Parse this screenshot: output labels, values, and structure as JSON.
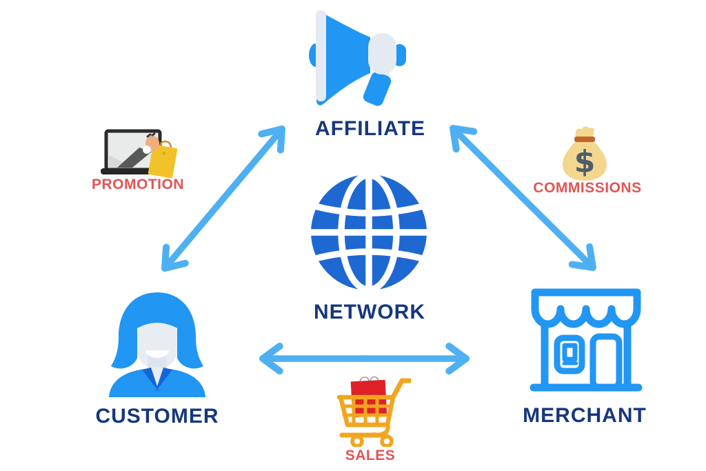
{
  "diagram": {
    "background": "#FFFFFF",
    "nodes": [
      {
        "id": "affiliate",
        "label": "AFFILIATE",
        "icon": "megaphone-icon",
        "position": "top-center"
      },
      {
        "id": "network",
        "label": "NETWORK",
        "icon": "globe-icon",
        "position": "center"
      },
      {
        "id": "customer",
        "label": "CUSTOMER",
        "icon": "woman-customer-icon",
        "position": "bottom-left"
      },
      {
        "id": "merchant",
        "label": "MERCHANT",
        "icon": "storefront-icon",
        "position": "bottom-right"
      }
    ],
    "flows": [
      {
        "id": "promotion",
        "label": "PROMOTION",
        "icon": "laptop-shopping-bag-icon",
        "connects": [
          "affiliate",
          "customer"
        ]
      },
      {
        "id": "commissions",
        "label": "COMMISSIONS",
        "icon": "money-bag-icon",
        "connects": [
          "merchant",
          "affiliate"
        ]
      },
      {
        "id": "sales",
        "label": "SALES",
        "icon": "shopping-cart-icon",
        "connects": [
          "customer",
          "merchant"
        ]
      }
    ],
    "arrows": [
      {
        "between": [
          "customer",
          "affiliate"
        ],
        "style": "double-headed"
      },
      {
        "between": [
          "affiliate",
          "merchant"
        ],
        "style": "double-headed"
      },
      {
        "between": [
          "customer",
          "merchant"
        ],
        "style": "double-headed"
      }
    ],
    "colors": {
      "node_label": "#16377E",
      "flow_label": "#E25454",
      "arrow": "#4EB0F2",
      "primary_blue": "#2196F3",
      "globe_blue": "#1E68D2",
      "icon_light": "#E4EAF2",
      "cart_orange": "#F2A51F",
      "bag_red": "#DE2127",
      "money_bag_tan": "#F3D78F"
    }
  }
}
